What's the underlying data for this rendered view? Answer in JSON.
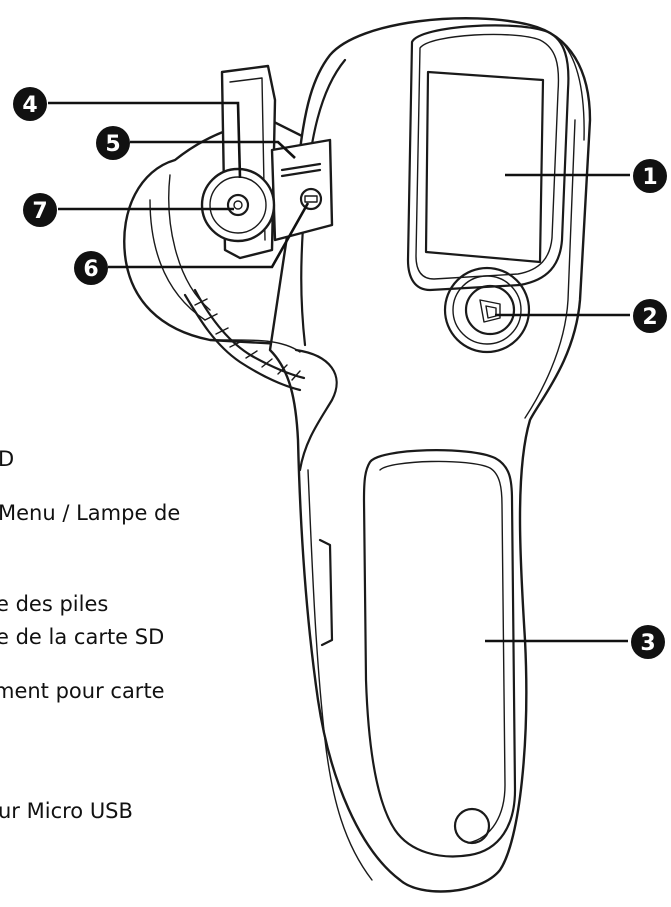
{
  "callouts": [
    {
      "id": "1",
      "label": "1"
    },
    {
      "id": "2",
      "label": "2"
    },
    {
      "id": "3",
      "label": "3"
    },
    {
      "id": "4",
      "label": "4"
    },
    {
      "id": "5",
      "label": "5"
    },
    {
      "id": "6",
      "label": "6"
    },
    {
      "id": "7",
      "label": "7"
    }
  ],
  "legend": [
    {
      "text": "D"
    },
    {
      "text": "Menu / Lampe de"
    },
    {
      "text": "e des piles"
    },
    {
      "text": "e de la carte SD"
    },
    {
      "text": "ment pour carte"
    },
    {
      "text": "ur Micro USB"
    }
  ]
}
